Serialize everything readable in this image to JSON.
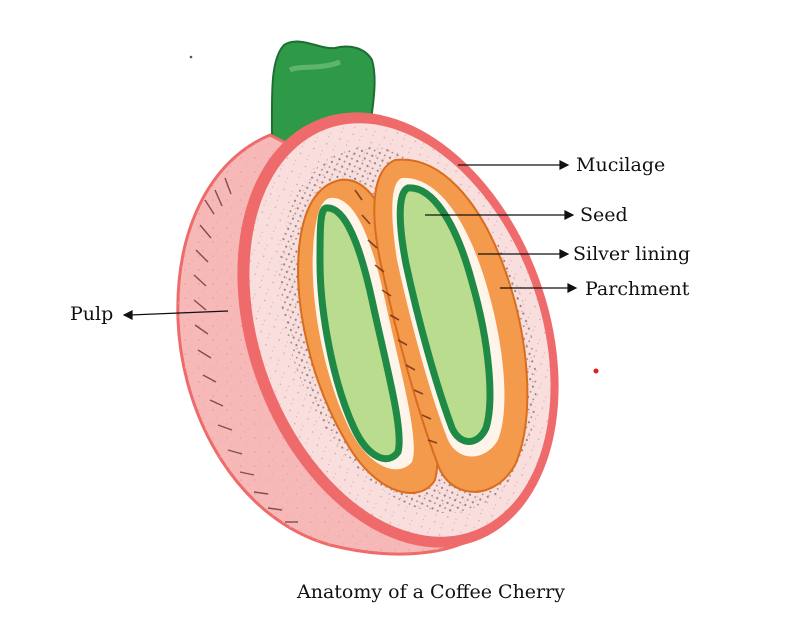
{
  "diagram": {
    "caption": "Anatomy of a Coffee Cherry",
    "labels": {
      "mucilage": "Mucilage",
      "seed": "Seed",
      "silver_lining": "Silver lining",
      "parchment": "Parchment",
      "pulp": "Pulp"
    },
    "colors": {
      "skin": "#ef6b6b",
      "pulp": "#f6c9c9",
      "mucilage": "#f9dede",
      "parchment": "#f39a4c",
      "silver_lining": "#fff4ea",
      "seed_edge": "#1f8a45",
      "seed": "#b9dc8f",
      "stem": "#2e9a48"
    }
  }
}
